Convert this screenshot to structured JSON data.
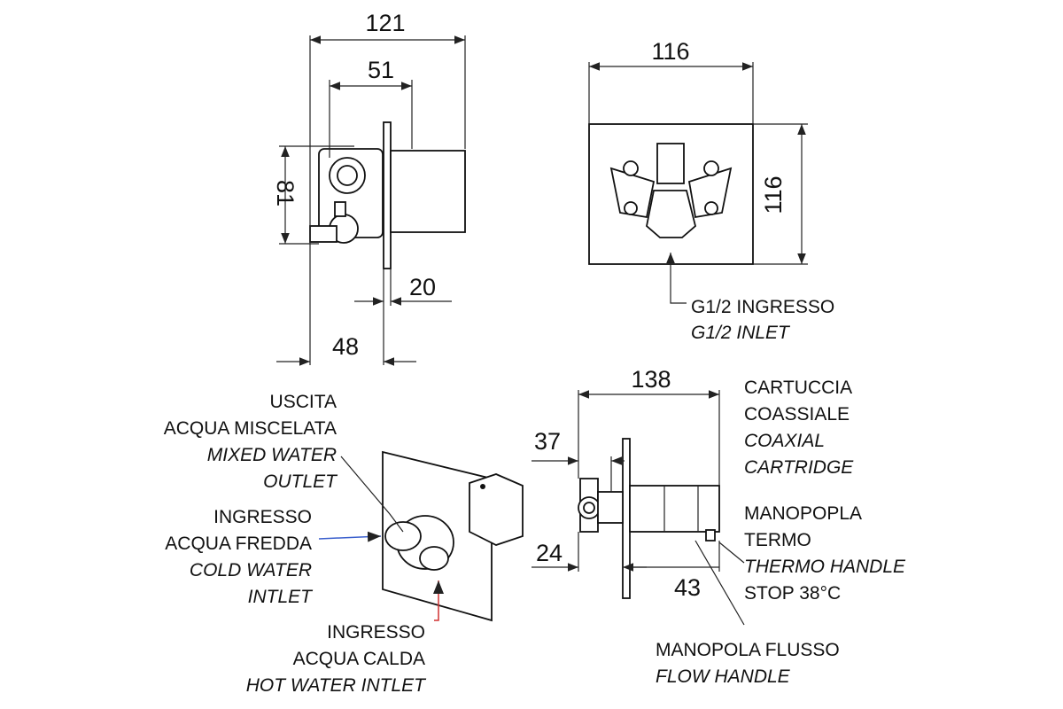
{
  "dimensions": {
    "side_total": "121",
    "side_body": "51",
    "side_height": "81",
    "side_plate": "20",
    "side_depth": "48",
    "front_width": "116",
    "front_height": "116",
    "detail_total": "138",
    "detail_min": "37",
    "detail_max": "24",
    "detail_handle": "43"
  },
  "labels": {
    "inlet": {
      "it": "G1/2 INGRESSO",
      "en": "G1/2 INLET"
    },
    "mixed_outlet": {
      "it1": "USCITA",
      "it2": "ACQUA MISCELATA",
      "en1": "MIXED WATER",
      "en2": "OUTLET"
    },
    "cold_inlet": {
      "it1": "INGRESSO",
      "it2": "ACQUA FREDDA",
      "en1": "COLD WATER",
      "en2": "INTLET"
    },
    "hot_inlet": {
      "it1": "INGRESSO",
      "it2": "ACQUA CALDA",
      "en1": "HOT WATER INTLET"
    },
    "cartridge": {
      "it1": "CARTUCCIA",
      "it2": "COASSIALE",
      "en1": "COAXIAL",
      "en2": "CARTRIDGE"
    },
    "thermo_handle": {
      "it1": "MANOPOPLA",
      "it2": "TERMO",
      "en1": "THERMO HANDLE",
      "stop": "STOP 38°C"
    },
    "flow_handle": {
      "it": "MANOPOLA FLUSSO",
      "en": "FLOW HANDLE"
    }
  },
  "colors": {
    "cold": "#3a5fcd",
    "hot": "#d03030"
  }
}
